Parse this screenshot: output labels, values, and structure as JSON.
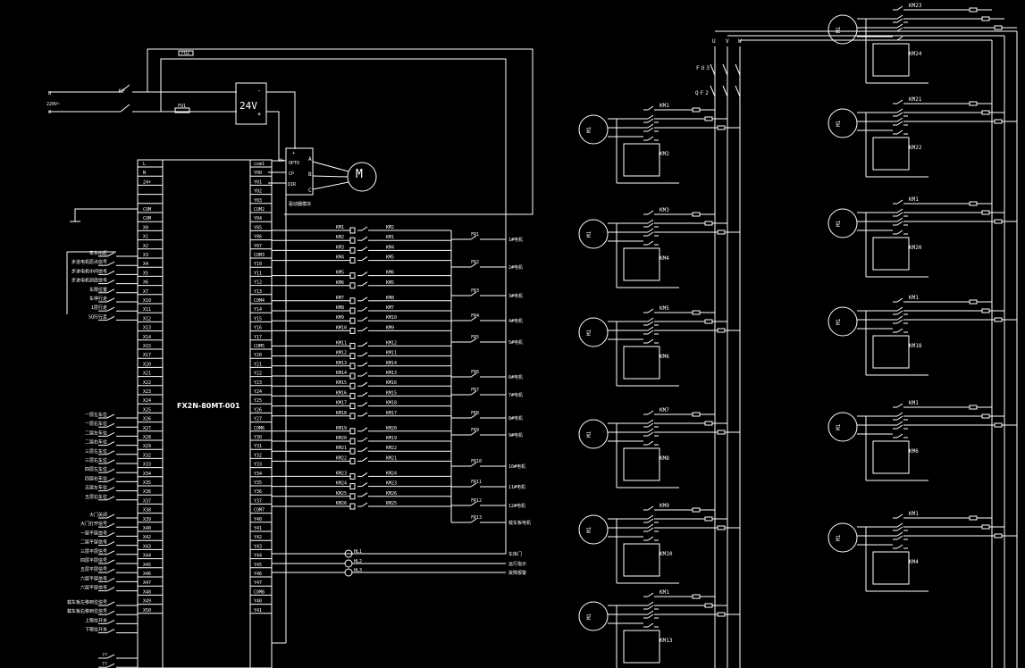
{
  "power": {
    "n_label": "N",
    "v_label": "220V~",
    "w_label": "W",
    "breaker": "KF",
    "fuse_top": "FU2",
    "fuse_bottom": "FU1",
    "psu_label": "24V",
    "psu_minus": "-",
    "psu_plus": "+",
    "driver_pins": [
      "+",
      "OPTO",
      "CP",
      "DIR"
    ],
    "driver_outputs": [
      "A",
      "B",
      "C"
    ],
    "driver_caption": "驱动器模块",
    "stepper_motor": "M",
    "plc_minus_label": "W+"
  },
  "plc": {
    "model": "FX2N-80MT-001",
    "left_pins": [
      "L",
      "N",
      "24+",
      "",
      "",
      "COM",
      "COM",
      "X0",
      "X1",
      "X2",
      "X3",
      "X4",
      "X5",
      "X6",
      "X7",
      "X10",
      "X11",
      "X12",
      "X13",
      "X14",
      "X15",
      "X17",
      "X20",
      "X21",
      "X22",
      "X23",
      "X24",
      "X25",
      "X26",
      "X27",
      "X28",
      "X29",
      "X32",
      "X33",
      "X34",
      "X35",
      "X36",
      "X37",
      "X38",
      "X39",
      "X40",
      "X42",
      "X43",
      "X44",
      "X45",
      "X46",
      "X47",
      "X48",
      "X49",
      "X50"
    ],
    "right_pins": [
      "com1",
      "Y00",
      "Y01",
      "Y02",
      "Y03",
      "COM2",
      "Y04",
      "Y05",
      "Y06",
      "Y07",
      "COM3",
      "Y10",
      "Y11",
      "Y12",
      "Y13",
      "COM4",
      "Y14",
      "Y15",
      "Y16",
      "Y17",
      "COM5",
      "Y20",
      "Y21",
      "Y22",
      "Y23",
      "Y24",
      "Y25",
      "Y26",
      "Y27",
      "COM6",
      "Y30",
      "Y31",
      "Y32",
      "Y33",
      "Y34",
      "Y35",
      "Y36",
      "Y37",
      "COM7",
      "Y40",
      "Y41",
      "Y42",
      "Y43",
      "Y44",
      "Y45",
      "Y46",
      "Y47",
      "COM8",
      "Y40",
      "Y41"
    ]
  },
  "inputs": {
    "group1": [
      "车头抬起",
      "步进电机原点信号",
      "步进电机中间信号",
      "步进电机到底信号",
      "车限位置",
      "车停行走",
      "1层行走",
      "SQ行行走"
    ],
    "group2": [
      "一层左车位",
      "一层右车位",
      "二层左车位",
      "二层右车位",
      "三层左车位",
      "三层右车位",
      "四层左车位",
      "四层右车位",
      "五层左车位",
      "五层右车位"
    ],
    "group3": [
      "大门关闭",
      "大门打开信号",
      "一层平层信号",
      "二层平层信号",
      "三层平层信号",
      "四层平层信号",
      "五层平层信号",
      "六层平层信号",
      "六层平层信号"
    ],
    "group4": [
      "载车板左移到位信号",
      "载车板右移到位信号",
      "上限位开关",
      "下限位开关"
    ],
    "group5": [
      "??",
      "??"
    ]
  },
  "outputs": {
    "rows": [
      {
        "coil": "KM1",
        "interlock": "KM2"
      },
      {
        "coil": "KM2",
        "interlock": "KM1"
      },
      {
        "coil": "KM3",
        "interlock": "KM4"
      },
      {
        "coil": "KM4",
        "interlock": "KM5"
      },
      {
        "coil": "KM5",
        "interlock": "KM6"
      },
      {
        "coil": "KM6",
        "interlock": "KM5"
      },
      {
        "coil": "KM7",
        "interlock": "KM8"
      },
      {
        "coil": "KM8",
        "interlock": "KM7"
      },
      {
        "coil": "KM9",
        "interlock": "KM10"
      },
      {
        "coil": "KM10",
        "interlock": "KM9"
      },
      {
        "coil": "KM11",
        "interlock": "KM12"
      },
      {
        "coil": "KM12",
        "interlock": "KM11"
      },
      {
        "coil": "KM13",
        "interlock": "KM14"
      },
      {
        "coil": "KM14",
        "interlock": "KM13"
      },
      {
        "coil": "KM15",
        "interlock": "KM16"
      },
      {
        "coil": "KM16",
        "interlock": "KM15"
      },
      {
        "coil": "KM17",
        "interlock": "KM18"
      },
      {
        "coil": "KM18",
        "interlock": "KM17"
      },
      {
        "coil": "KM19",
        "interlock": "KM20"
      },
      {
        "coil": "KM20",
        "interlock": "KM19"
      },
      {
        "coil": "KM21",
        "interlock": "KM22"
      },
      {
        "coil": "KM22",
        "interlock": "KM21"
      },
      {
        "coil": "KM23",
        "interlock": "KM24"
      },
      {
        "coil": "KM24",
        "interlock": "KM23"
      },
      {
        "coil": "KM25",
        "interlock": "KM26"
      },
      {
        "coil": "KM26",
        "interlock": "KM25"
      }
    ],
    "relays": [
      "FR1",
      "FR2",
      "FR3",
      "FR4",
      "FR5",
      "FR6",
      "FR7",
      "FR8",
      "FR9",
      "FR10",
      "FR11",
      "FR12",
      "FR13"
    ],
    "motor_labels": [
      "1#电机",
      "2#电机",
      "3#电机",
      "4#电机",
      "5#电机",
      "6#电机",
      "7#电机",
      "8#电机",
      "9#电机",
      "10#电机",
      "11#电机",
      "12#电机",
      "载车板电机"
    ],
    "lamps": [
      "HL1",
      "HL2",
      "HL3"
    ],
    "lamp_labels": [
      "车库门",
      "运行指示",
      "故障报警"
    ]
  },
  "mains": {
    "phases": [
      "U",
      "V",
      "W"
    ],
    "fuse": "FU3",
    "breaker": "QF2"
  },
  "motors_left": [
    {
      "motor": "M1",
      "km_top": "KM1",
      "km_bottom": "KM2"
    },
    {
      "motor": "M1",
      "km_top": "KM3",
      "km_bottom": "KM4"
    },
    {
      "motor": "M1",
      "km_top": "KM5",
      "km_bottom": "KM6"
    },
    {
      "motor": "M1",
      "km_top": "KM7",
      "km_bottom": "KM8"
    },
    {
      "motor": "M1",
      "km_top": "KM9",
      "km_bottom": "KM10"
    },
    {
      "motor": "M1",
      "km_top": "KM1",
      "km_bottom": "KM13"
    }
  ],
  "motors_right": [
    {
      "motor": "M1",
      "km_top": "KM23",
      "km_bottom": "KM24"
    },
    {
      "motor": "M1",
      "km_top": "KM21",
      "km_bottom": "KM22"
    },
    {
      "motor": "M1",
      "km_top": "KM1",
      "km_bottom": "KM20"
    },
    {
      "motor": "M1",
      "km_top": "KM1",
      "km_bottom": "KM18"
    },
    {
      "motor": "M1",
      "km_top": "KM1",
      "km_bottom": "KM6"
    },
    {
      "motor": "M1",
      "km_top": "KM1",
      "km_bottom": "KM4"
    }
  ],
  "colors": {
    "background": "#000000",
    "line": "#ffffff"
  }
}
